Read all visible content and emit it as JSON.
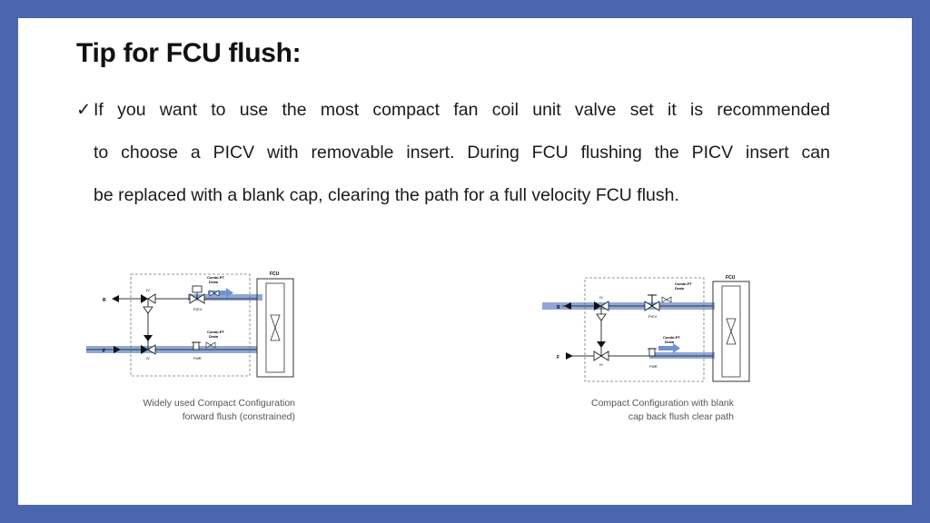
{
  "title": "Tip for FCU flush:",
  "bullet": {
    "icon": "check-icon",
    "check_glyph": "✓",
    "lines": [
      "If you want to use the most compact fan coil unit valve set it is recommended",
      "to choose a PICV with removable insert. During FCU flushing the PICV insert can",
      "be replaced with a blank cap, clearing the path for a full velocity FCU flush."
    ]
  },
  "diagram_left": {
    "labels": {
      "fcu": "FCU",
      "combi_top": "Combi-PT",
      "drain_top": "Drain",
      "combi_bottom": "Combi-PT",
      "drain_bottom": "Drain",
      "picv": "PICV",
      "iv_top": "IV",
      "iv_bottom": "IV",
      "fmr": "FMR",
      "r": "R",
      "f": "F"
    },
    "caption_lines": [
      "Widely used Compact Configuration",
      "forward flush (constrained)"
    ]
  },
  "diagram_right": {
    "labels": {
      "fcu": "FCU",
      "combi_top": "Combi-PT",
      "drain_top": "Drain",
      "combi_bottom": "Combi-PT",
      "drain_bottom": "Drain",
      "picv": "PICV",
      "iv_top": "IV",
      "iv_bottom": "IV",
      "fmr": "FMR",
      "r": "R",
      "f": "F"
    },
    "caption_lines": [
      "Compact Configuration with blank",
      "cap back flush clear path"
    ]
  },
  "colors": {
    "frame": "#4a66ac",
    "flow_highlight": "#8fa8d8",
    "flow_arrow": "#6e92d2"
  }
}
